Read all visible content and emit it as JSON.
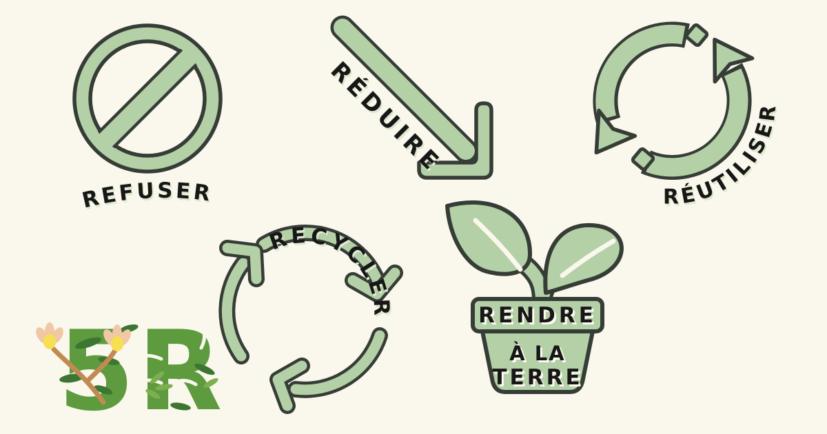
{
  "colors": {
    "bg": "#FAF7EC",
    "icon-green": "#B4D0A7",
    "outline": "#363C36",
    "ink": "#171717",
    "shadow-green": "#DDE9CE",
    "shadow-cream": "#FDFBF2",
    "logo-green": "#5E9B3F",
    "leaf-dark": "#3C7632",
    "leaf-light": "#7DAF4F",
    "vine": "#C18A52",
    "petal": "#F1C8A5",
    "flower-yellow": "#F6DF52"
  },
  "items": {
    "refuser": {
      "label": "REFUSER"
    },
    "reduire": {
      "label": "RÉDUIRE"
    },
    "reutiliser": {
      "label": "RÉUTILISER"
    },
    "recycler": {
      "label": "RECYCLER"
    },
    "rendre_a_la_terre": {
      "line1": "RENDRE",
      "line2": "À LA",
      "line3": "TERRE"
    }
  },
  "logo": {
    "text": "5R"
  }
}
